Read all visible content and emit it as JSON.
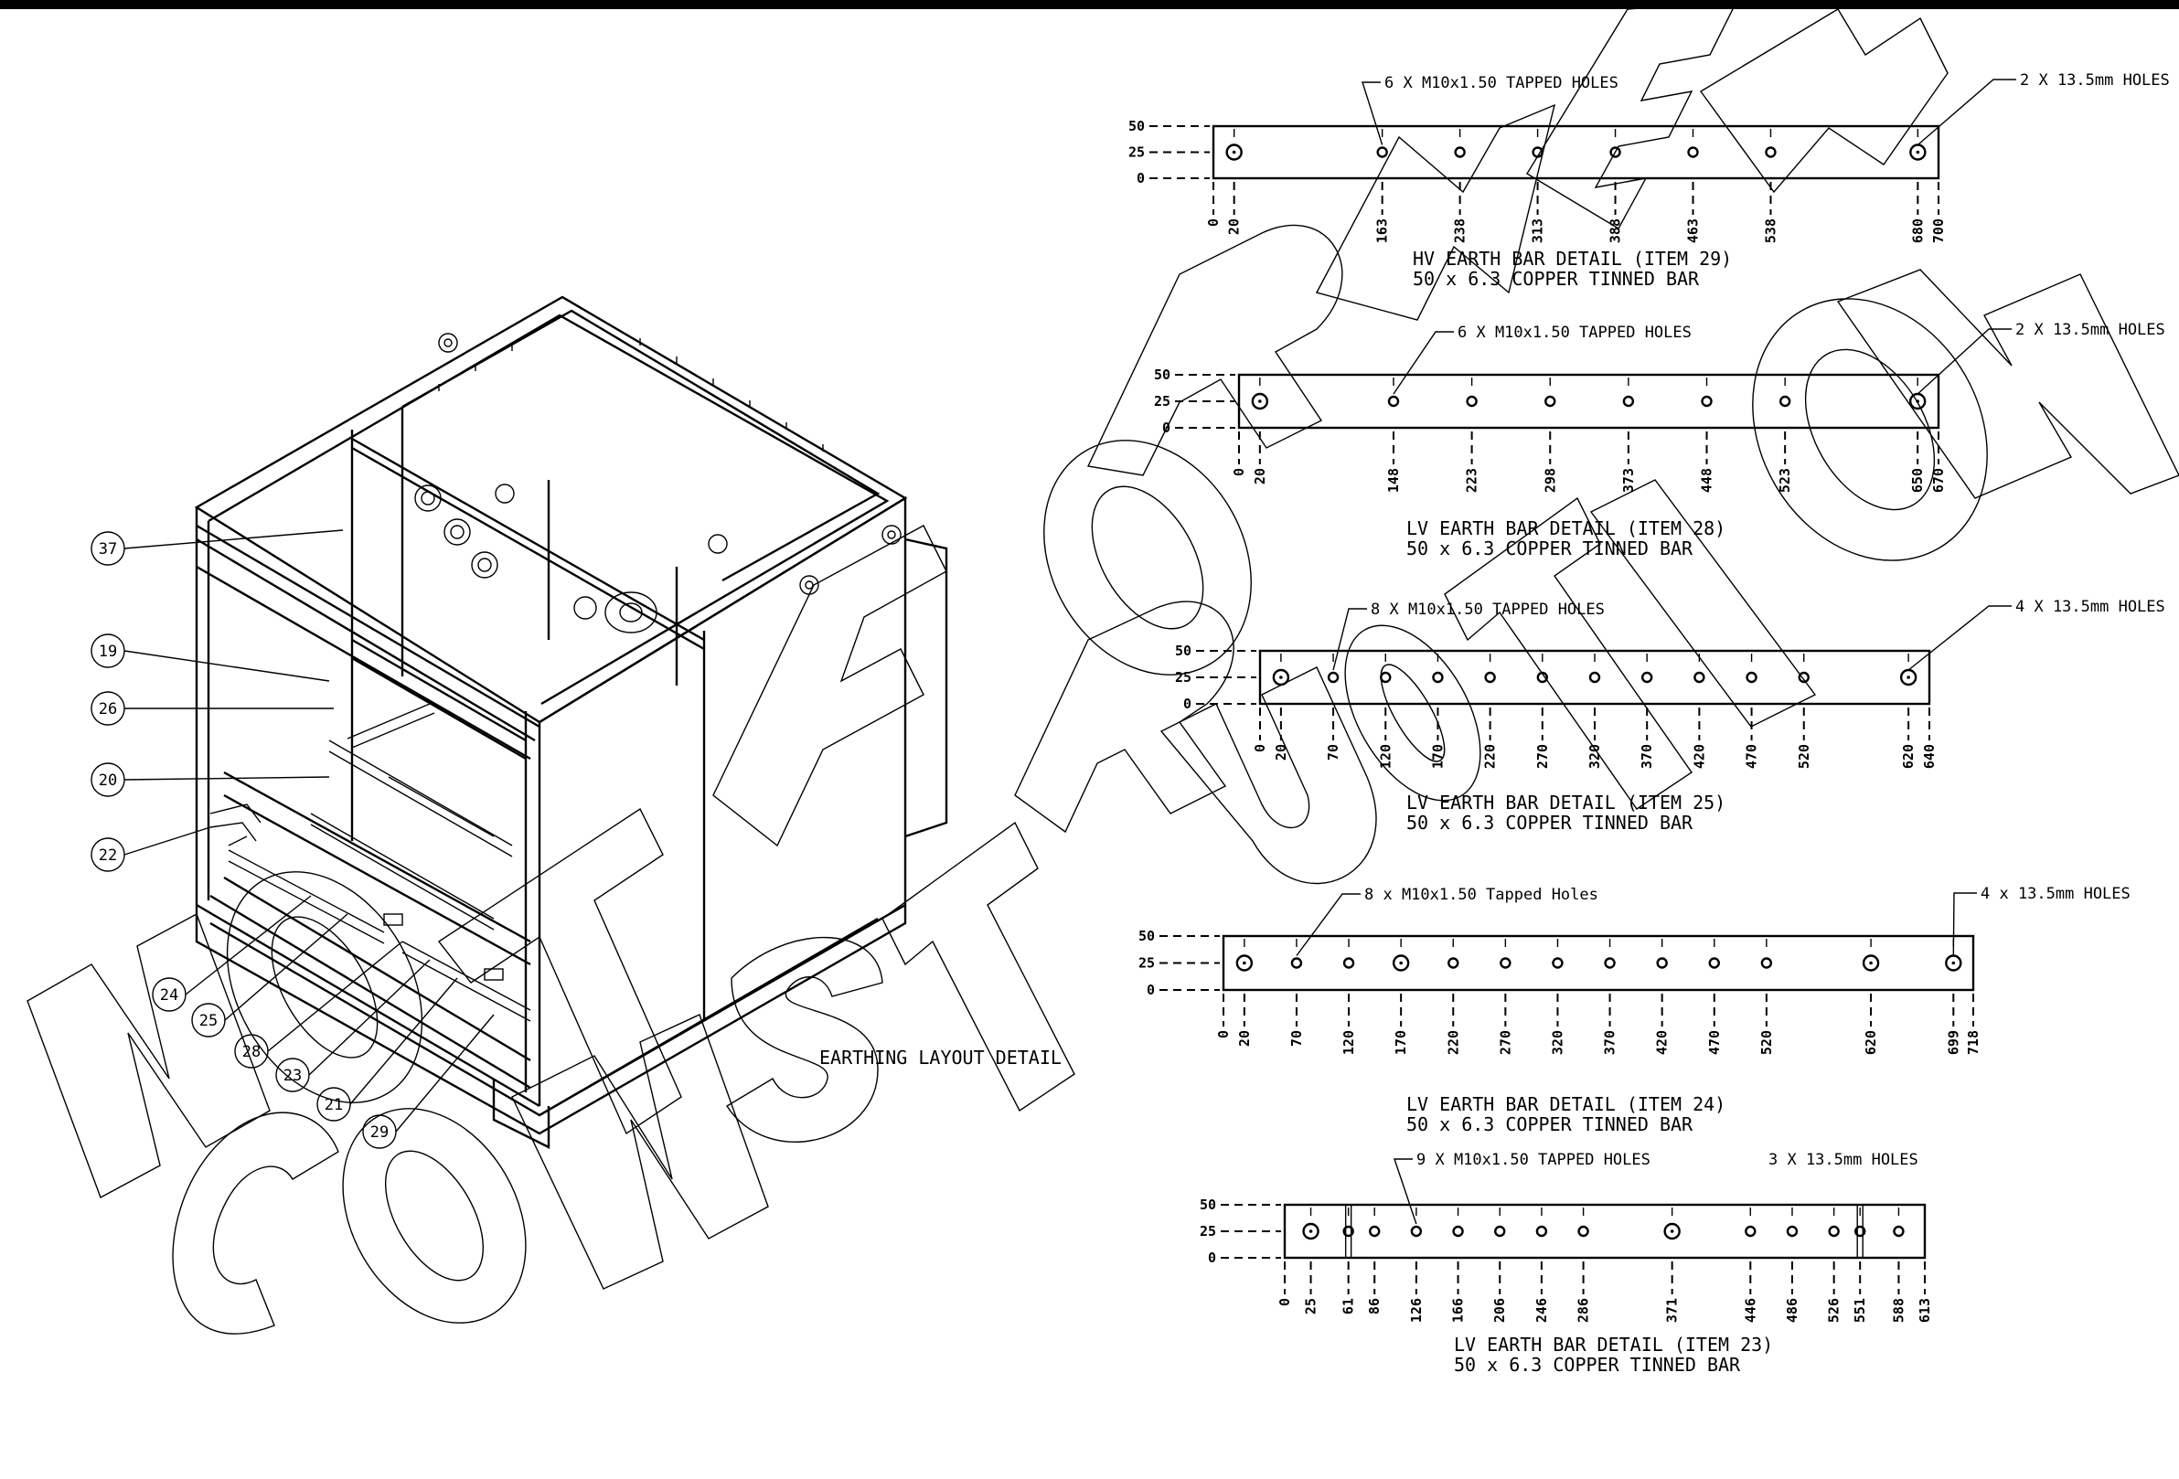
{
  "assembly": {
    "caption": "EARTHING LAYOUT DETAIL",
    "balloons": [
      "37",
      "19",
      "26",
      "20",
      "22",
      "24",
      "25",
      "28",
      "23",
      "21",
      "29"
    ]
  },
  "watermark": {
    "line1": "NOT FOR",
    "line2": "CONSTRUCTION",
    "line3": "NEW"
  },
  "bars": [
    {
      "id": "hv-item-29",
      "title": "HV EARTH BAR DETAIL (ITEM 29)",
      "material": "50 x 6.3 COPPER TINNED BAR",
      "holes_label": "6 X M10x1.50 TAPPED HOLES",
      "big_label": "2 X 13.5mm HOLES",
      "y_ticks": [
        "50",
        "25",
        "0"
      ],
      "x_ticks": [
        "0",
        "20",
        "163",
        "238",
        "313",
        "388",
        "463",
        "538",
        "680",
        "700"
      ]
    },
    {
      "id": "lv-item-28",
      "title": "LV EARTH BAR DETAIL (ITEM 28)",
      "material": "50 x 6.3 COPPER TINNED BAR",
      "holes_label": "6 X M10x1.50 TAPPED HOLES",
      "big_label": "2 X 13.5mm HOLES",
      "y_ticks": [
        "50",
        "25",
        "0"
      ],
      "x_ticks": [
        "0",
        "20",
        "148",
        "223",
        "298",
        "373",
        "448",
        "523",
        "650",
        "670"
      ]
    },
    {
      "id": "lv-item-25",
      "title": "LV EARTH BAR DETAIL (ITEM 25)",
      "material": "50 x 6.3 COPPER TINNED BAR",
      "holes_label": "8 X M10x1.50 TAPPED HOLES",
      "big_label": "4 X 13.5mm HOLES",
      "y_ticks": [
        "50",
        "25",
        "0"
      ],
      "x_ticks": [
        "0",
        "20",
        "70",
        "120",
        "170",
        "220",
        "270",
        "320",
        "370",
        "420",
        "470",
        "520",
        "620",
        "640"
      ]
    },
    {
      "id": "lv-item-24",
      "title": "LV EARTH BAR DETAIL (ITEM 24)",
      "material": "50 x 6.3 COPPER TINNED BAR",
      "holes_label": "8 x M10x1.50 Tapped Holes",
      "big_label": "4 x 13.5mm HOLES",
      "y_ticks": [
        "50",
        "25",
        "0"
      ],
      "x_ticks": [
        "0",
        "20",
        "70",
        "120",
        "170",
        "220",
        "270",
        "320",
        "370",
        "420",
        "470",
        "520",
        "620",
        "699",
        "718"
      ]
    },
    {
      "id": "lv-item-23",
      "title": "LV EARTH BAR DETAIL (ITEM 23)",
      "material": "50 x 6.3 COPPER TINNED BAR",
      "holes_label": "9 X M10x1.50 TAPPED HOLES",
      "big_label": "3 X 13.5mm HOLES",
      "y_ticks": [
        "50",
        "25",
        "0"
      ],
      "x_ticks": [
        "0",
        "25",
        "61",
        "86",
        "126",
        "166",
        "206",
        "246",
        "286",
        "371",
        "446",
        "486",
        "526",
        "551",
        "588",
        "613"
      ]
    }
  ]
}
